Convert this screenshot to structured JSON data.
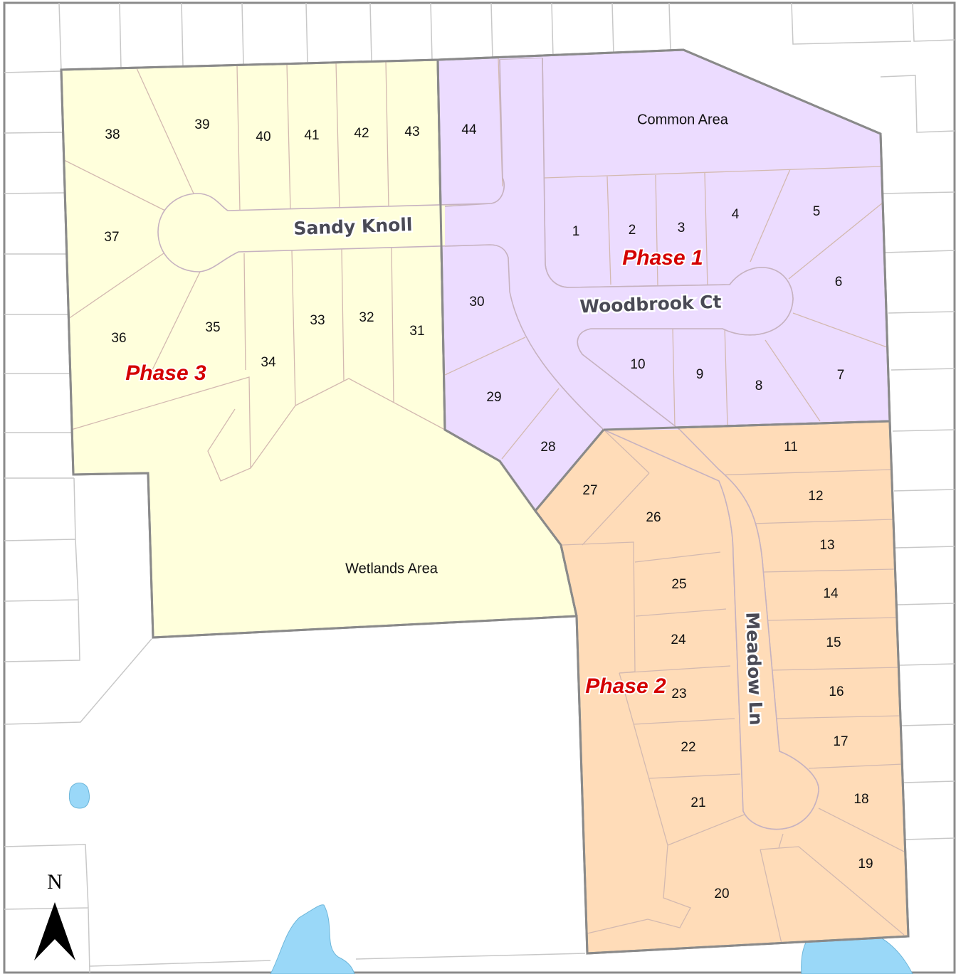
{
  "colors": {
    "phase1": "#ecdcff",
    "phase2": "#ffdcb8",
    "phase3": "#ffffdc",
    "water": "#9ad8f8",
    "boundary": "#8a8a8a",
    "phase_label": "#d40000"
  },
  "phases": [
    {
      "label": "Phase 1"
    },
    {
      "label": "Phase 2"
    },
    {
      "label": "Phase 3"
    }
  ],
  "areas": [
    {
      "label": "Common Area"
    },
    {
      "label": "Wetlands Area"
    }
  ],
  "roads": [
    {
      "label": "Sandy Knoll"
    },
    {
      "label": "Woodbrook Ct"
    },
    {
      "label": "Meadow Ln"
    }
  ],
  "lots": [
    "1",
    "2",
    "3",
    "4",
    "5",
    "6",
    "7",
    "8",
    "9",
    "10",
    "11",
    "12",
    "13",
    "14",
    "15",
    "16",
    "17",
    "18",
    "19",
    "20",
    "21",
    "22",
    "23",
    "24",
    "25",
    "26",
    "27",
    "28",
    "29",
    "30",
    "31",
    "32",
    "33",
    "34",
    "35",
    "36",
    "37",
    "38",
    "39",
    "40",
    "41",
    "42",
    "43",
    "44"
  ],
  "compass": {
    "label": "N",
    "icon": "north-arrow-icon"
  }
}
